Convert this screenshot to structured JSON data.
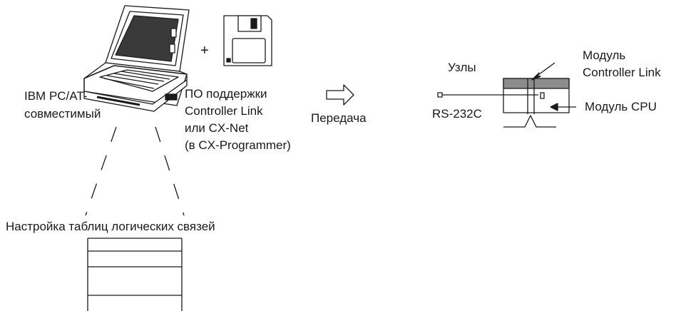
{
  "pc": {
    "line1": "IBM PC/AT-",
    "line2": "совместимый"
  },
  "plus": "+",
  "software": {
    "line1": "ПО поддержки",
    "line2": "Controller Link",
    "line3": "или CX-Net",
    "line4": "(в CX-Programmer)"
  },
  "transfer": "Передача",
  "nodes": "Узлы",
  "rs232": "RS-232C",
  "controller_module": {
    "line1": "Модуль",
    "line2": "Controller Link"
  },
  "cpu_module": "Модуль CPU",
  "table_caption": "Настройка таблиц логических связей",
  "colors": {
    "line": "#1a1a1a",
    "unit_header": "#8c8c8c",
    "laptop_screen": "#3a3a3a"
  }
}
